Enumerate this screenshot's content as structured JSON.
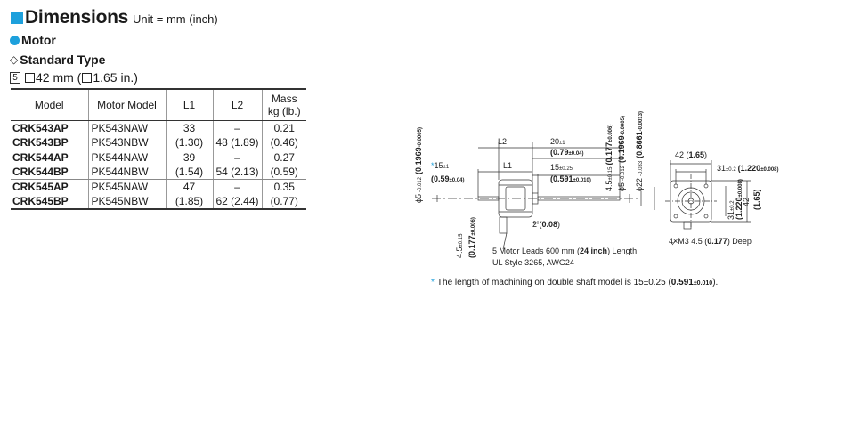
{
  "header": {
    "title": "Dimensions",
    "unit": "Unit = mm (inch)"
  },
  "section": {
    "motor": "Motor",
    "standard_type": "Standard Type",
    "size_badge": "5",
    "size_text_a": "42 mm (",
    "size_text_b": "1.65 in.)"
  },
  "table": {
    "headers": {
      "model": "Model",
      "motor_model": "Motor Model",
      "l1": "L1",
      "l2": "L2",
      "mass_1": "Mass",
      "mass_2": "kg (lb.)"
    },
    "rows": [
      {
        "model": "CRK543AP",
        "motor_model": "PK543NAW",
        "l1": "33",
        "l2": "–",
        "mass": "0.21"
      },
      {
        "model": "CRK543BP",
        "motor_model": "PK543NBW",
        "l1": "(1.30)",
        "l2": "48 (1.89)",
        "mass": "(0.46)"
      },
      {
        "model": "CRK544AP",
        "motor_model": "PK544NAW",
        "l1": "39",
        "l2": "–",
        "mass": "0.27"
      },
      {
        "model": "CRK544BP",
        "motor_model": "PK544NBW",
        "l1": "(1.54)",
        "l2": "54 (2.13)",
        "mass": "(0.59)"
      },
      {
        "model": "CRK545AP",
        "motor_model": "PK545NAW",
        "l1": "47",
        "l2": "–",
        "mass": "0.35"
      },
      {
        "model": "CRK545BP",
        "motor_model": "PK545NBW",
        "l1": "(1.85)",
        "l2": "62 (2.44)",
        "mass": "(0.77)"
      }
    ]
  },
  "drawing": {
    "l2": "L2",
    "l1": "L1",
    "dim_20": "20",
    "dim_20_tol": "±1",
    "dim_079": "(0.79",
    "dim_079_tol": "±0.04)",
    "dim_15": "15",
    "dim_15_tol": "±0.25",
    "dim_0591": "(0.591",
    "dim_0591_tol": "±0.010)",
    "dim_15_star": "15",
    "dim_15_star_tol": "±1",
    "dim_059": "(0.59",
    "dim_059_tol": "±0.04)",
    "star": "*",
    "shaft_phi5": "ϕ5",
    "shaft_phi5_tol": "-0.012",
    "shaft_phi5_in": "(0.1969",
    "shaft_phi5_in_tol": "-0.0005)",
    "shaft_45": "4.5",
    "shaft_45_tol": "±0.15",
    "shaft_0177": "(0.177",
    "shaft_0177_tol": "±0.006)",
    "pilot_phi22": "ϕ22",
    "pilot_phi22_tol": "-0.033",
    "pilot_phi22_in": "(0.8661",
    "pilot_phi22_in_tol": "-0.0013)",
    "dim_2": "2 (",
    "dim_2_in": "0.08",
    "dim_2_close": ")",
    "dim_45_left": "4.5",
    "dim_45_left_tol": "±0.15",
    "dim_0177_left": "(0.177",
    "dim_0177_left_tol": "±0.006)",
    "leads_1a": "5 Motor Leads 600 mm (",
    "leads_1b": "24 inch",
    "leads_1c": ") Length",
    "leads_2": "UL Style 3265, AWG24",
    "face_42": "42 (",
    "face_165": "1.65",
    "face_close": ")",
    "face_31": "31",
    "face_31_tol": "±0.2",
    "face_1220": "(1.220",
    "face_1220_tol": "±0.008)",
    "face_v31": "31",
    "face_v31_tol": "±0.2",
    "face_v1220": "(1.220",
    "face_v1220_tol": "±0.008)",
    "face_v42": "42",
    "face_v165": "(1.65)",
    "holes_a": "4×M3 4.5 (",
    "holes_b": "0.177",
    "holes_c": ") Deep"
  },
  "note": {
    "asterisk": "*",
    "text_a": "The length of machining on double shaft model is 15±0.25 (",
    "text_b": "0.591",
    "text_c": "±0.010",
    "text_d": ")."
  }
}
